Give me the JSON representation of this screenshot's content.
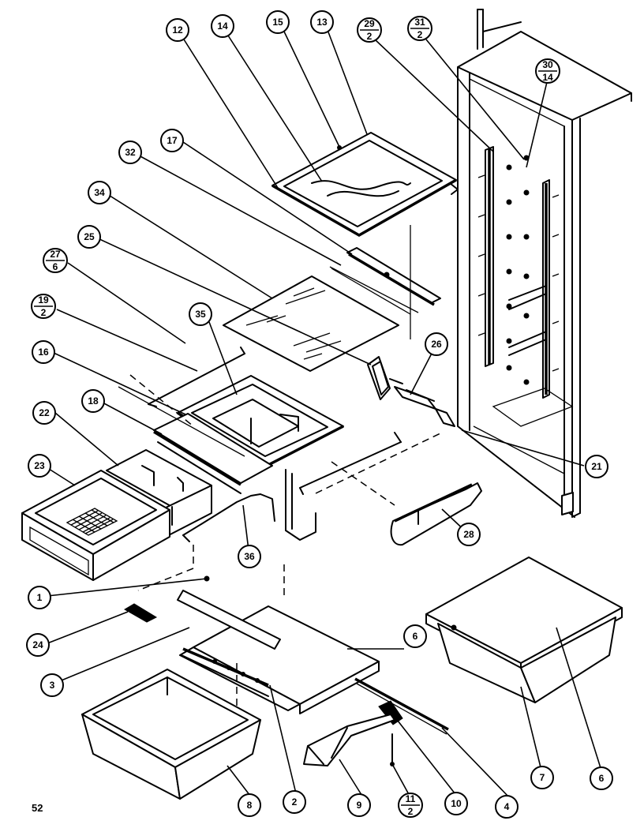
{
  "page": {
    "number": "52"
  },
  "callouts": [
    {
      "id": "c12",
      "label": "12"
    },
    {
      "id": "c14",
      "label": "14"
    },
    {
      "id": "c15",
      "label": "15"
    },
    {
      "id": "c13",
      "label": "13"
    },
    {
      "id": "c29",
      "num": "29",
      "den": "2"
    },
    {
      "id": "c31",
      "num": "31",
      "den": "2"
    },
    {
      "id": "c30",
      "num": "30",
      "den": "14"
    },
    {
      "id": "c17",
      "label": "17"
    },
    {
      "id": "c32",
      "label": "32"
    },
    {
      "id": "c34",
      "label": "34"
    },
    {
      "id": "c25a",
      "label": "25"
    },
    {
      "id": "c27",
      "num": "27",
      "den": "6"
    },
    {
      "id": "c19",
      "num": "19",
      "den": "2"
    },
    {
      "id": "c35",
      "label": "35"
    },
    {
      "id": "c16",
      "label": "16"
    },
    {
      "id": "c18",
      "label": "18"
    },
    {
      "id": "c22",
      "label": "22"
    },
    {
      "id": "c23",
      "label": "23"
    },
    {
      "id": "c26",
      "label": "26"
    },
    {
      "id": "c21",
      "label": "21"
    },
    {
      "id": "c28",
      "label": "28"
    },
    {
      "id": "c36",
      "label": "36"
    },
    {
      "id": "c1",
      "label": "1"
    },
    {
      "id": "c24",
      "label": "24"
    },
    {
      "id": "c3",
      "label": "3"
    },
    {
      "id": "c6a",
      "label": "6"
    },
    {
      "id": "c6b",
      "label": "6"
    },
    {
      "id": "c7",
      "label": "7"
    },
    {
      "id": "c4",
      "label": "4"
    },
    {
      "id": "c10",
      "label": "10"
    },
    {
      "id": "c11",
      "num": "11",
      "den": "2"
    },
    {
      "id": "c9",
      "label": "9"
    },
    {
      "id": "c2",
      "label": "2"
    },
    {
      "id": "c8",
      "label": "8"
    }
  ]
}
